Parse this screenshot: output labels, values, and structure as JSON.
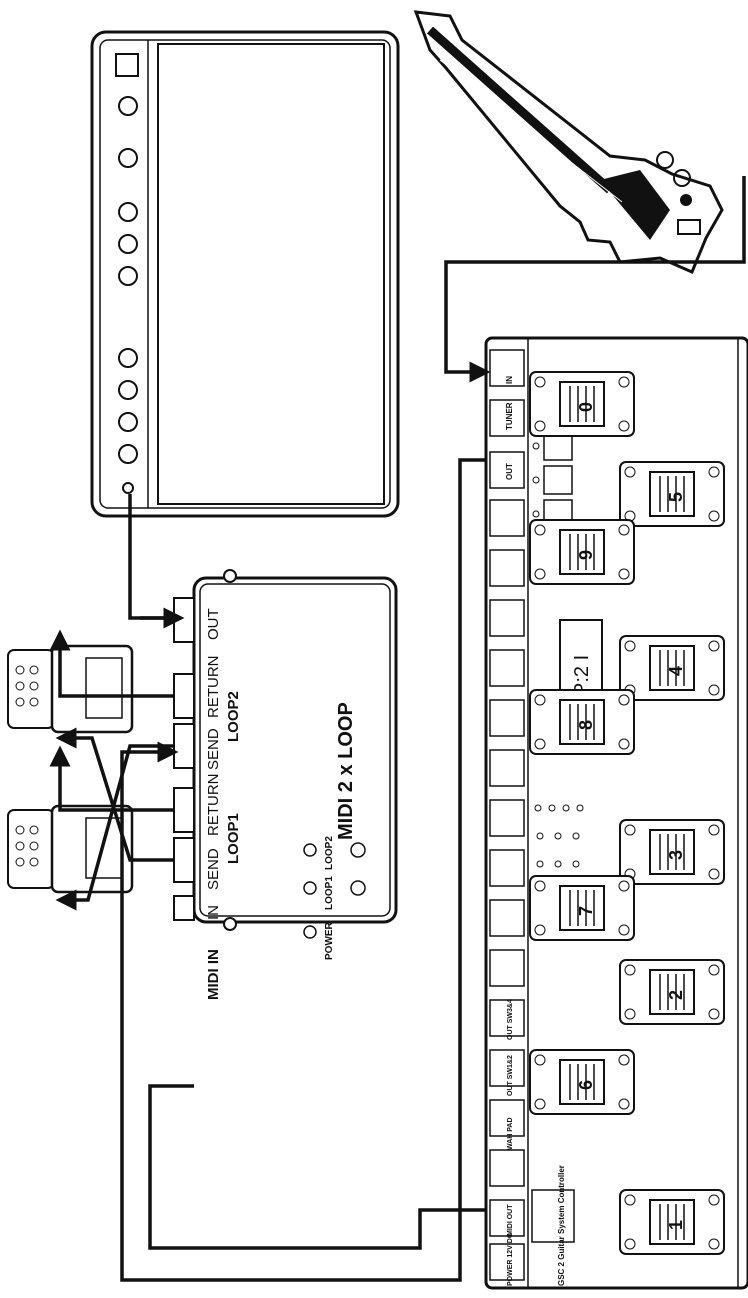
{
  "colors": {
    "ink": "#111111",
    "paper": "#ffffff",
    "panel": "#f4f4f4"
  },
  "loop_box": {
    "title": "MIDI 2 x LOOP",
    "jacks": {
      "midi_in": "MIDI IN",
      "in": "IN",
      "send1": "SEND",
      "return1": "RETURN",
      "loop1": "LOOP1",
      "send2": "SEND",
      "return2": "RETURN",
      "loop2": "LOOP2",
      "out": "OUT"
    },
    "leds": {
      "power": "POWER",
      "loop1": "LOOP1",
      "loop2": "LOOP2"
    }
  },
  "controller": {
    "display": "P:2  I",
    "brand": "GSC 2 Guitar System Controller",
    "jacks": [
      "POWER 12V DC",
      "MIDI OUT",
      "WAH PAD",
      "OUT SW1&2",
      "OUT SW3&4",
      "TUNER",
      "IN",
      "OUT"
    ],
    "switches": [
      {
        "label": "1"
      },
      {
        "label": "2"
      },
      {
        "label": "3"
      },
      {
        "label": "4"
      },
      {
        "label": "5"
      },
      {
        "label": "6"
      },
      {
        "label": "7"
      },
      {
        "label": "8"
      },
      {
        "label": "9"
      },
      {
        "label": "0"
      }
    ]
  },
  "icons": [
    "guitar-icon",
    "amplifier-icon",
    "effect-pedal-icon"
  ]
}
